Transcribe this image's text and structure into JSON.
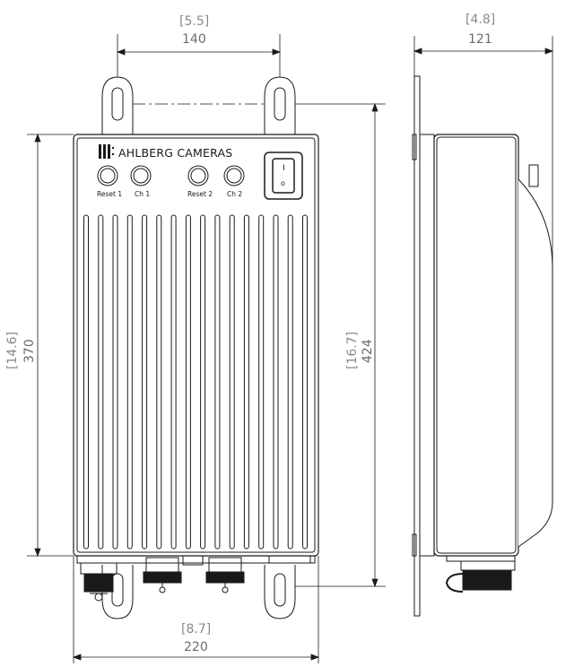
{
  "dimensions": {
    "top_width": {
      "inches": "[5.5]",
      "mm": "140"
    },
    "side_depth": {
      "inches": "[4.8]",
      "mm": "121"
    },
    "body_height": {
      "inches": "[14.6]",
      "mm": "370"
    },
    "total_height": {
      "inches": "[16.7]",
      "mm": "424"
    },
    "bottom_width": {
      "inches": "[8.7]",
      "mm": "220"
    }
  },
  "enclosure": {
    "brand": "AHLBERG CAMERAS",
    "logo_glyph": "III:",
    "buttons": [
      {
        "label": "Reset 1"
      },
      {
        "label": "Ch 1"
      },
      {
        "label": "Reset 2"
      },
      {
        "label": "Ch 2"
      }
    ],
    "power_switch_on": "I",
    "power_switch_off": "o"
  }
}
